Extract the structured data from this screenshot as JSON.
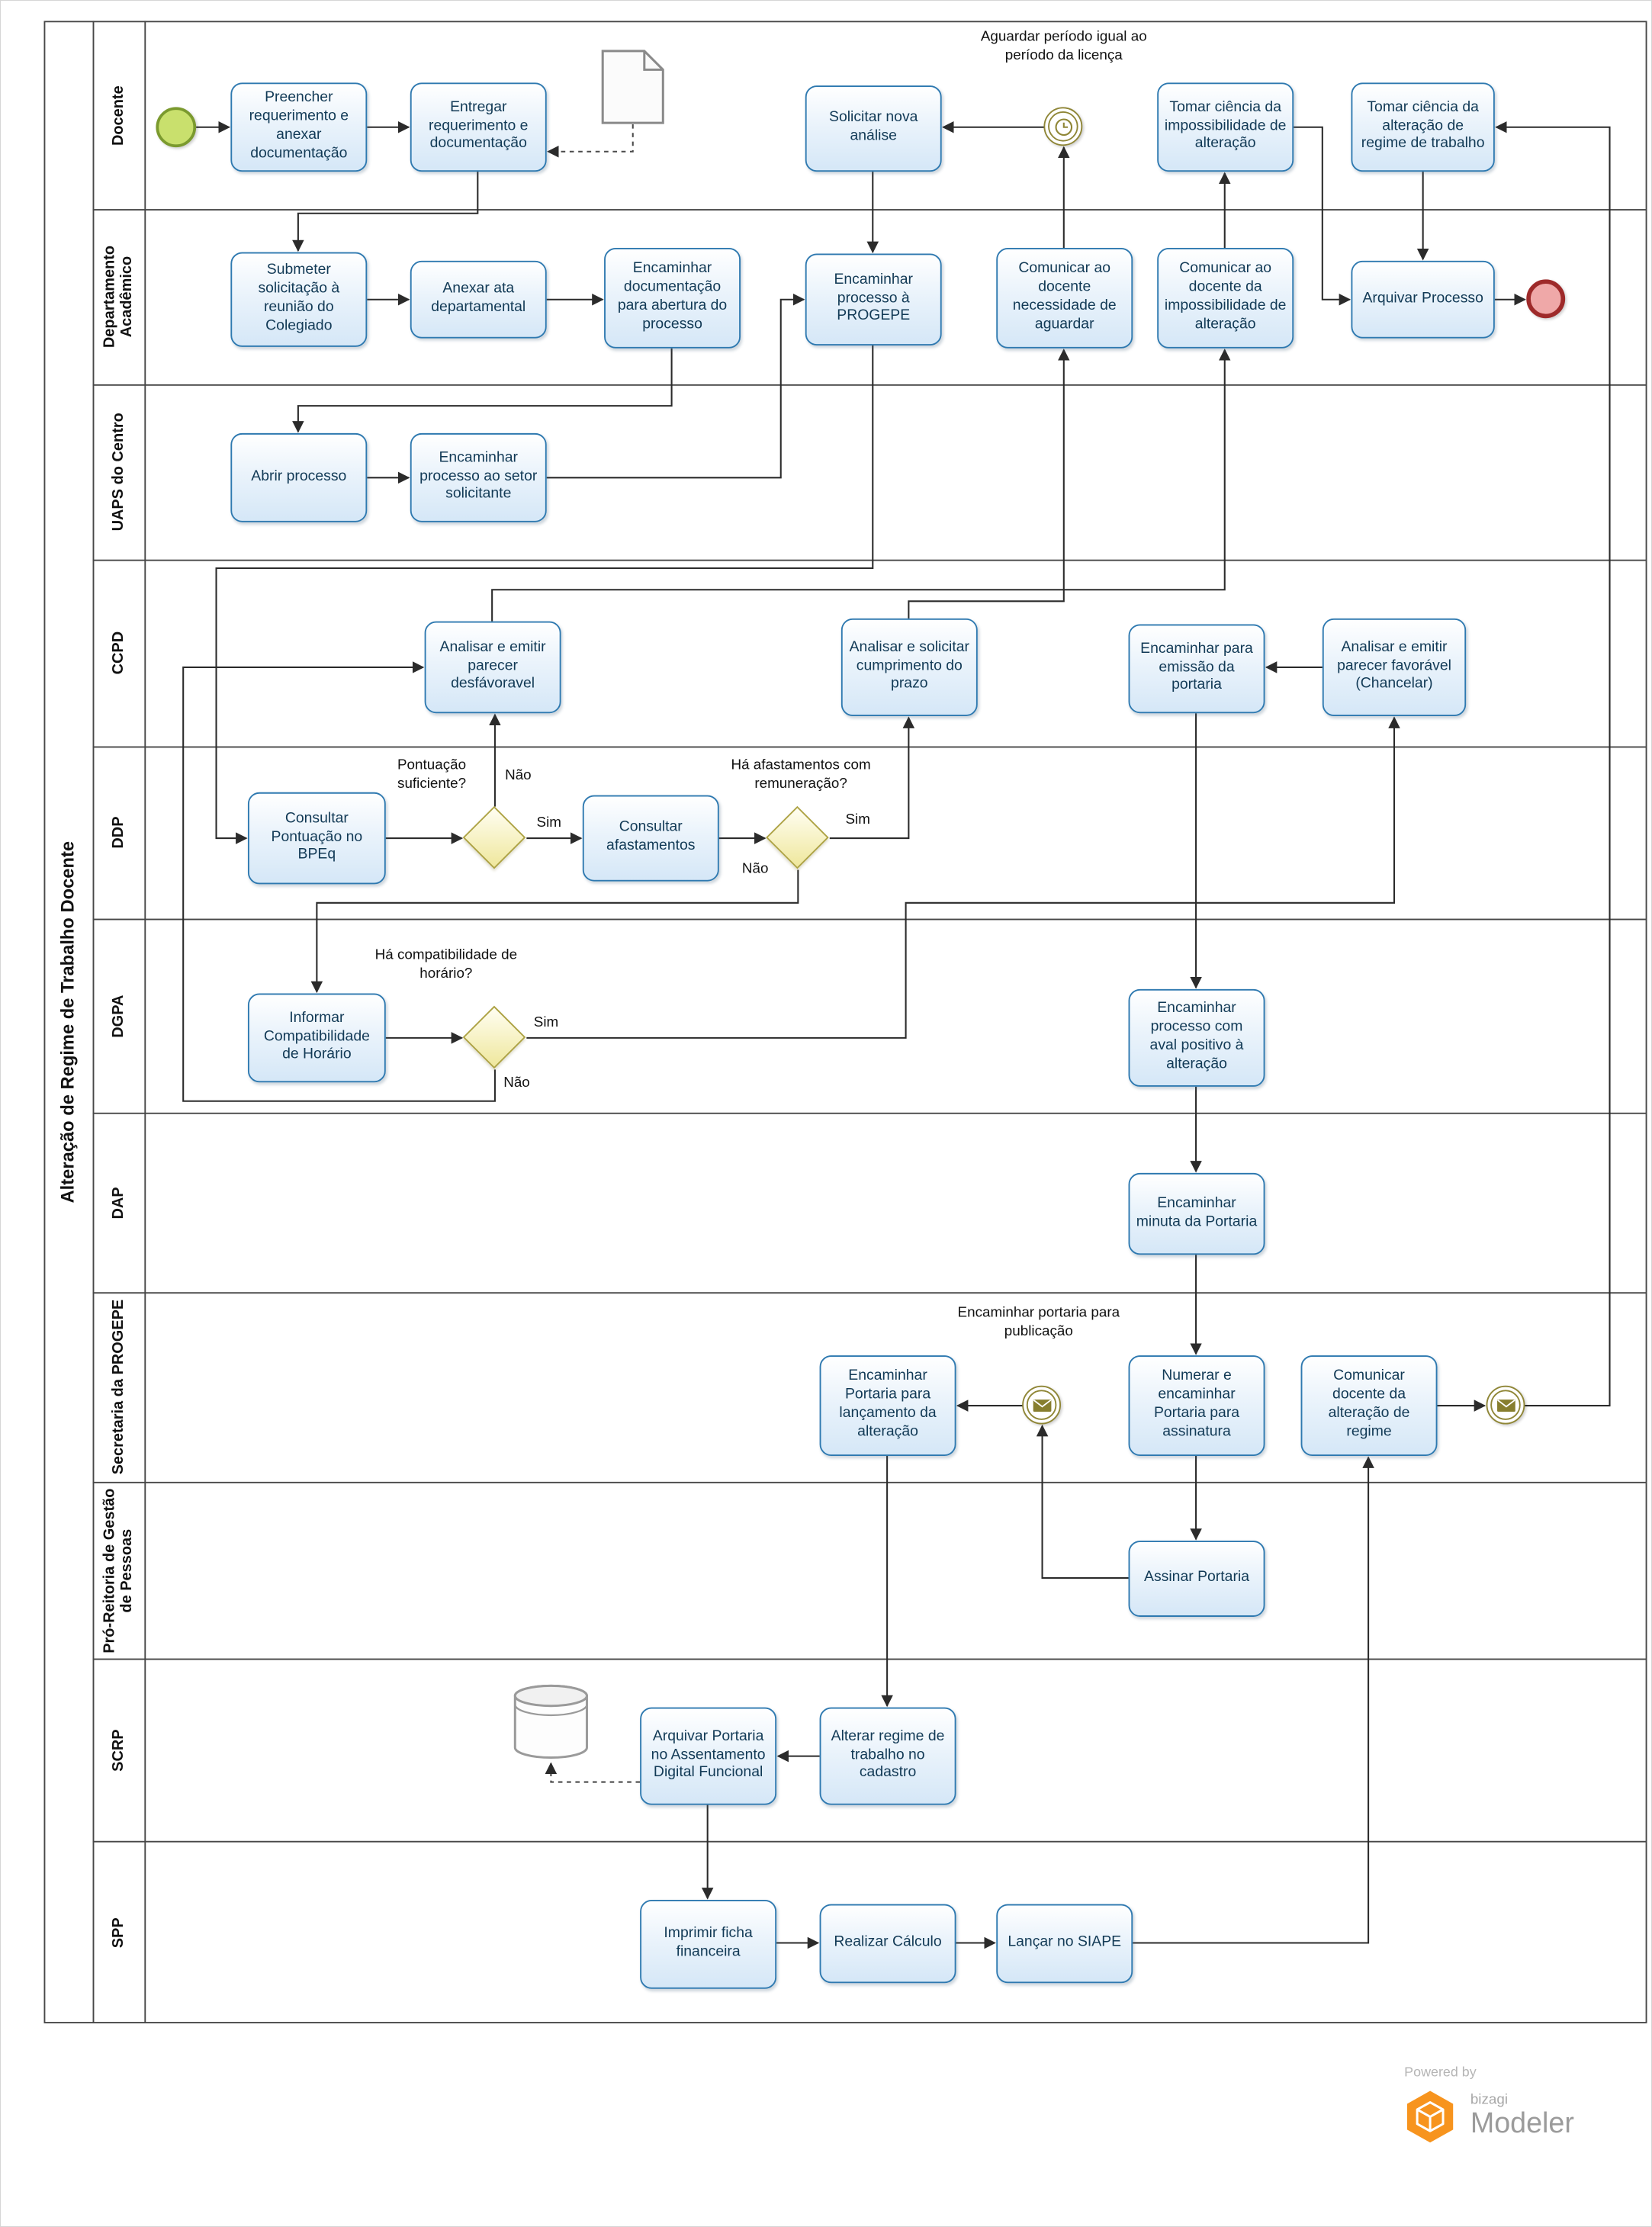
{
  "pool": {
    "title": "Alteração de Regime de Trabalho Docente"
  },
  "lanes": [
    {
      "label": "Docente"
    },
    {
      "label": "Departamento Acadêmico"
    },
    {
      "label": "UAPS do Centro"
    },
    {
      "label": "CCPD"
    },
    {
      "label": "DDP"
    },
    {
      "label": "DGPA"
    },
    {
      "label": "DAP"
    },
    {
      "label": "Secretaria da PROGEPE"
    },
    {
      "label": "Pró-Reitoria de Gestão de Pessoas"
    },
    {
      "label": "SCRP"
    },
    {
      "label": "SPP"
    }
  ],
  "tasks": {
    "preencher": "Preencher requerimento e anexar documentação",
    "entregar": "Entregar requerimento e documentação",
    "solicitar_analise": "Solicitar nova análise",
    "tomar_ciencia_impossibilidade": "Tomar ciência da impossibilidade de alteração",
    "tomar_ciencia_alteracao": "Tomar ciência da alteração de regime de trabalho",
    "submeter": "Submeter solicitação à reunião do Colegiado",
    "anexar_ata": "Anexar ata departamental",
    "encaminhar_documentacao": "Encaminhar documentação para abertura do processo",
    "encaminhar_progepe": "Encaminhar processo à PROGEPE",
    "comunicar_aguardar": "Comunicar ao docente necessidade de aguardar",
    "comunicar_impossibilidade": "Comunicar ao docente da impossibilidade de alteração",
    "arquivar_processo": "Arquivar Processo",
    "abrir_processo": "Abrir processo",
    "encaminhar_setor": "Encaminhar processo ao setor solicitante",
    "parecer_desfavoravel": "Analisar e emitir parecer desfávoravel",
    "solicitar_cumprimento": "Analisar e solicitar cumprimento do prazo",
    "encaminhar_emissao": "Encaminhar para emissão da portaria",
    "parecer_favoravel": "Analisar e emitir parecer favorável (Chancelar)",
    "consultar_pontuacao": "Consultar Pontuação no BPEq",
    "consultar_afastamentos": "Consultar afastamentos",
    "informar_compatibilidade": "Informar Compatibilidade de Horário",
    "aval_positivo": "Encaminhar processo com aval positivo à alteração",
    "minuta_portaria": "Encaminhar minuta da Portaria",
    "portaria_lancamento": "Encaminhar Portaria para lançamento da alteração",
    "numerar_portaria": "Numerar e encaminhar Portaria para assinatura",
    "comunicar_docente_alteracao": "Comunicar docente da alteração de regime",
    "assinar_portaria": "Assinar Portaria",
    "arquivar_portaria": "Arquivar Portaria no Assentamento Digital Funcional",
    "alterar_regime": "Alterar regime de trabalho no cadastro",
    "imprimir_ficha": "Imprimir ficha financeira",
    "realizar_calculo": "Realizar Cálculo",
    "lancar_siape": "Lançar no SIAPE"
  },
  "gateways": {
    "pontuacao": "Pontuação suficiente?",
    "afastamentos": "Há afastamentos com remuneração?",
    "compatibilidade": "Há compatibilidade de horário?"
  },
  "labels": {
    "sim": "Sim",
    "nao": "Não"
  },
  "event_labels": {
    "timer": "Aguardar período igual ao período da licença",
    "publicacao": "Encaminhar portaria para publicação"
  },
  "footer": {
    "powered_by": "Powered by",
    "brand": "bizagi",
    "product": "Modeler"
  },
  "colors": {
    "task_border": "#2e79b0",
    "start_green": "#c9e06d",
    "end_red": "#9e2a2a",
    "gateway_yellow": "#efe79c",
    "event_gold": "#8f8636",
    "brand_orange": "#f7941e"
  },
  "flows": [
    {
      "from": "start",
      "to": "preencher"
    },
    {
      "from": "preencher",
      "to": "entregar"
    },
    {
      "from": "entregar",
      "to": "submeter"
    },
    {
      "from": "submeter",
      "to": "anexar_ata"
    },
    {
      "from": "anexar_ata",
      "to": "encaminhar_documentacao"
    },
    {
      "from": "encaminhar_documentacao",
      "to": "abrir_processo"
    },
    {
      "from": "abrir_processo",
      "to": "encaminhar_setor"
    },
    {
      "from": "encaminhar_setor",
      "to": "encaminhar_progepe"
    },
    {
      "from": "encaminhar_progepe",
      "to": "consultar_pontuacao"
    },
    {
      "from": "consultar_pontuacao",
      "to": "gw_pontuacao"
    },
    {
      "from": "gw_pontuacao",
      "to": "parecer_desfavoravel",
      "label": "Não"
    },
    {
      "from": "gw_pontuacao",
      "to": "consultar_afastamentos",
      "label": "Sim"
    },
    {
      "from": "consultar_afastamentos",
      "to": "gw_afastamentos"
    },
    {
      "from": "gw_afastamentos",
      "to": "solicitar_cumprimento",
      "label": "Sim"
    },
    {
      "from": "gw_afastamentos",
      "to": "informar_compatibilidade",
      "label": "Não"
    },
    {
      "from": "informar_compatibilidade",
      "to": "gw_compatibilidade"
    },
    {
      "from": "gw_compatibilidade",
      "to": "parecer_favoravel",
      "label": "Sim"
    },
    {
      "from": "gw_compatibilidade",
      "to": "parecer_desfavoravel",
      "label": "Não"
    },
    {
      "from": "parecer_desfavoravel",
      "to": "comunicar_impossibilidade"
    },
    {
      "from": "comunicar_impossibilidade",
      "to": "tomar_ciencia_impossibilidade"
    },
    {
      "from": "tomar_ciencia_impossibilidade",
      "to": "arquivar_processo"
    },
    {
      "from": "solicitar_cumprimento",
      "to": "comunicar_aguardar"
    },
    {
      "from": "comunicar_aguardar",
      "to": "timer_aguardar"
    },
    {
      "from": "timer_aguardar",
      "to": "solicitar_analise"
    },
    {
      "from": "solicitar_analise",
      "to": "encaminhar_progepe"
    },
    {
      "from": "parecer_favoravel",
      "to": "encaminhar_emissao"
    },
    {
      "from": "encaminhar_emissao",
      "to": "aval_positivo"
    },
    {
      "from": "aval_positivo",
      "to": "minuta_portaria"
    },
    {
      "from": "minuta_portaria",
      "to": "numerar_portaria"
    },
    {
      "from": "numerar_portaria",
      "to": "assinar_portaria"
    },
    {
      "from": "assinar_portaria",
      "to": "msg_publicacao"
    },
    {
      "from": "msg_publicacao",
      "to": "portaria_lancamento"
    },
    {
      "from": "portaria_lancamento",
      "to": "alterar_regime"
    },
    {
      "from": "alterar_regime",
      "to": "arquivar_portaria"
    },
    {
      "from": "arquivar_portaria",
      "to": "imprimir_ficha"
    },
    {
      "from": "imprimir_ficha",
      "to": "realizar_calculo"
    },
    {
      "from": "realizar_calculo",
      "to": "lancar_siape"
    },
    {
      "from": "lancar_siape",
      "to": "comunicar_docente_alteracao"
    },
    {
      "from": "comunicar_docente_alteracao",
      "to": "msg_comunicacao"
    },
    {
      "from": "msg_comunicacao",
      "to": "tomar_ciencia_alteracao"
    },
    {
      "from": "tomar_ciencia_alteracao",
      "to": "arquivar_processo"
    },
    {
      "from": "arquivar_processo",
      "to": "end"
    },
    {
      "from": "documento",
      "to": "entregar",
      "type": "association"
    },
    {
      "from": "arquivar_portaria",
      "to": "banco_de_dados",
      "type": "association"
    }
  ]
}
